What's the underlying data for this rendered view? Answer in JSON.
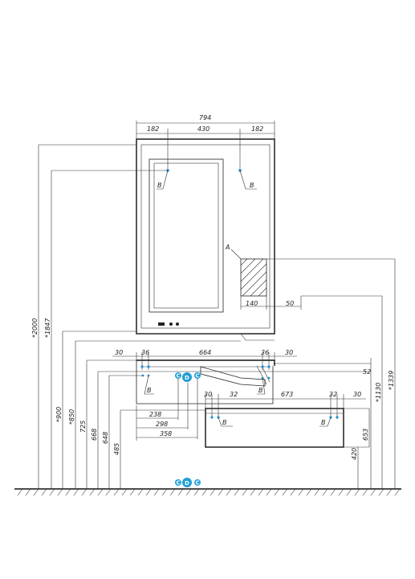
{
  "dimensions": {
    "total_width": "794",
    "left_margin": "182",
    "center_width": "430",
    "right_margin": "182",
    "shelf_left": "30",
    "shelf_left2": "36",
    "shelf_width": "664",
    "shelf_right2": "36",
    "shelf_right": "30",
    "cab_left": "30",
    "cab_mid": "32",
    "cab_width": "673",
    "cab_right2": "32",
    "cab_right": "30",
    "sq_w": "140",
    "sq_off": "50",
    "d238": "238",
    "d298": "298",
    "d358": "358",
    "h2000": "*2000",
    "h1847": "*1847",
    "h900": "*900",
    "h850": "*850",
    "h725": "725",
    "h668": "668",
    "h648": "648",
    "h485": "485",
    "h1130": "*1130",
    "h1339": "*1339",
    "r52": "52",
    "r653": "653",
    "r420": "420"
  },
  "labels": {
    "a": "A",
    "b": "B",
    "c": "C",
    "d": "D"
  }
}
